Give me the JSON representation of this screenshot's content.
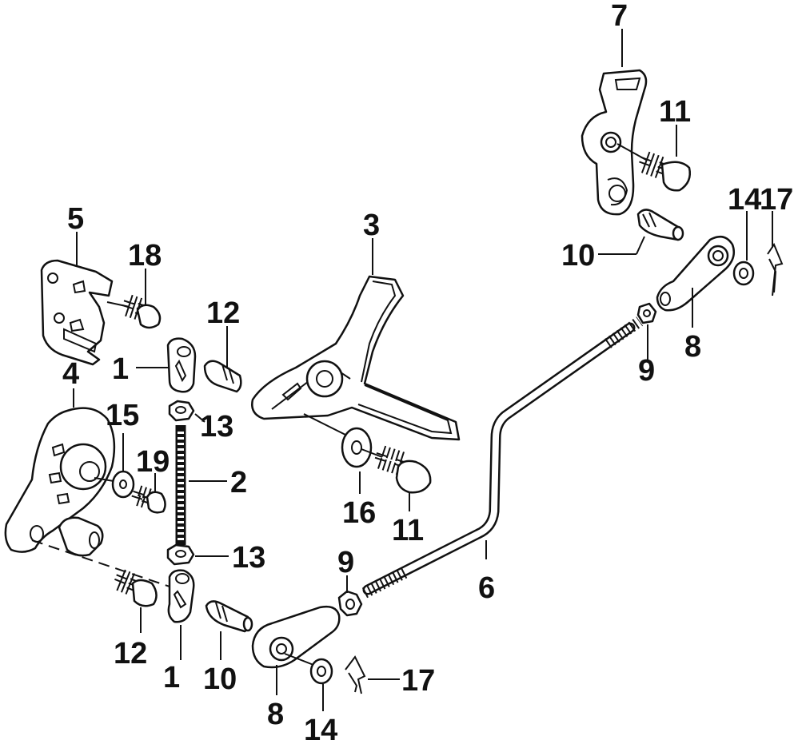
{
  "diagram": {
    "callouts": {
      "c1_top": "1",
      "c1_bottom": "1",
      "c2": "2",
      "c3": "3",
      "c4": "4",
      "c5": "5",
      "c6": "6",
      "c7": "7",
      "c8_right": "8",
      "c8_bottom": "8",
      "c9_right": "9",
      "c9_bottom": "9",
      "c10_right": "10",
      "c10_bottom": "10",
      "c11_top": "11",
      "c11_mid": "11",
      "c12_top": "12",
      "c12_bottom": "12",
      "c13_top": "13",
      "c13_bottom": "13",
      "c14_right": "14",
      "c14_bottom": "14",
      "c15": "15",
      "c16": "16",
      "c17_right": "17",
      "c17_bottom": "17",
      "c18": "18",
      "c19": "19"
    }
  }
}
